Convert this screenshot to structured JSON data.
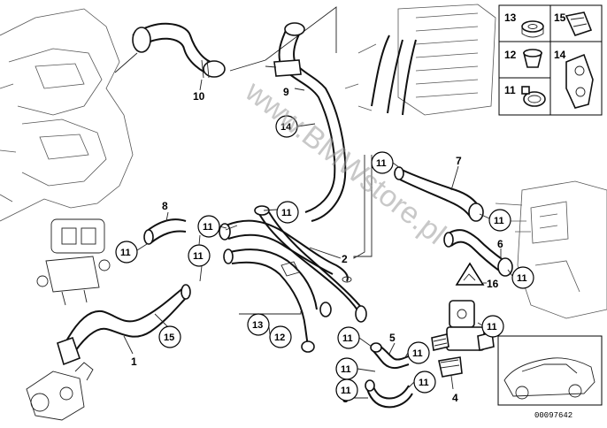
{
  "callouts": {
    "c1": "1",
    "c2": "2",
    "c3": "3",
    "c4": "4",
    "c5": "5",
    "c6": "6",
    "c7": "7",
    "c8": "8",
    "c9": "9",
    "c10": "10",
    "c16": "16"
  },
  "circles": {
    "a": "14",
    "b": "11",
    "c": "11",
    "d": "11",
    "e": "11",
    "f": "11",
    "g": "11",
    "h": "11",
    "i": "11",
    "j": "11",
    "k": "11",
    "l": "11",
    "m": "11",
    "n": "11",
    "o": "11",
    "p": "13",
    "q": "12",
    "r": "15"
  },
  "legend": {
    "k13": "13",
    "k15": "15",
    "k12": "12",
    "k14": "14",
    "k11": "11"
  },
  "watermark": "www.BMWstore.pl",
  "reference_number": "00097642"
}
